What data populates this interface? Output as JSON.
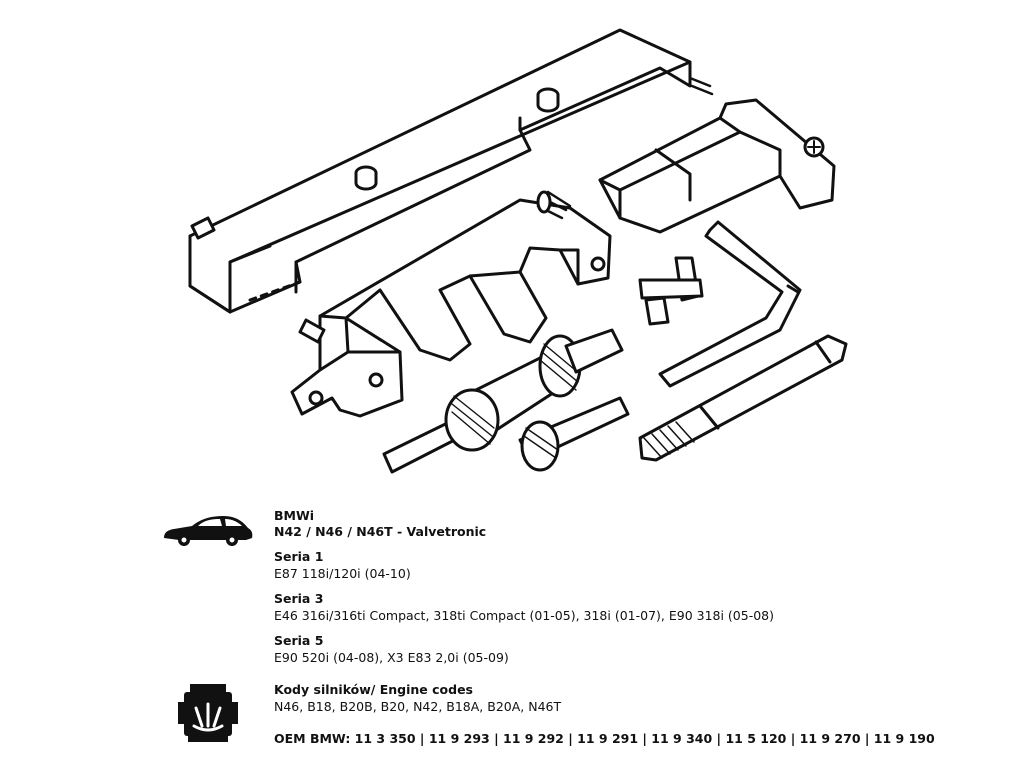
{
  "icons": {
    "car": "car-icon",
    "engine": "engine-icon",
    "illustration": "timing-tool-kit-illustration"
  },
  "spec": {
    "make": "BMWi",
    "engines_line": "N42 / N46 / N46T - Valvetronic",
    "series": [
      {
        "title": "Seria 1",
        "models": "E87 118i/120i (04-10)"
      },
      {
        "title": "Seria 3",
        "models": "E46 316i/316ti Compact, 318ti Compact (01-05), 318i (01-07), E90 318i (05-08)"
      },
      {
        "title": "Seria 5",
        "models": "E90 520i (04-08), X3 E83 2,0i (05-09)"
      }
    ],
    "engine_codes_title": "Kody silników/ Engine codes",
    "engine_codes": "N46, B18, B20B, B20, N42, B18A, B20A, N46T",
    "oem": "OEM BMW: 11 3 350 | 11 9 293 | 11 9 292 | 11 9 291 | 11 9 340 | 11 5 120 | 11 9 270 | 11 9 190"
  }
}
